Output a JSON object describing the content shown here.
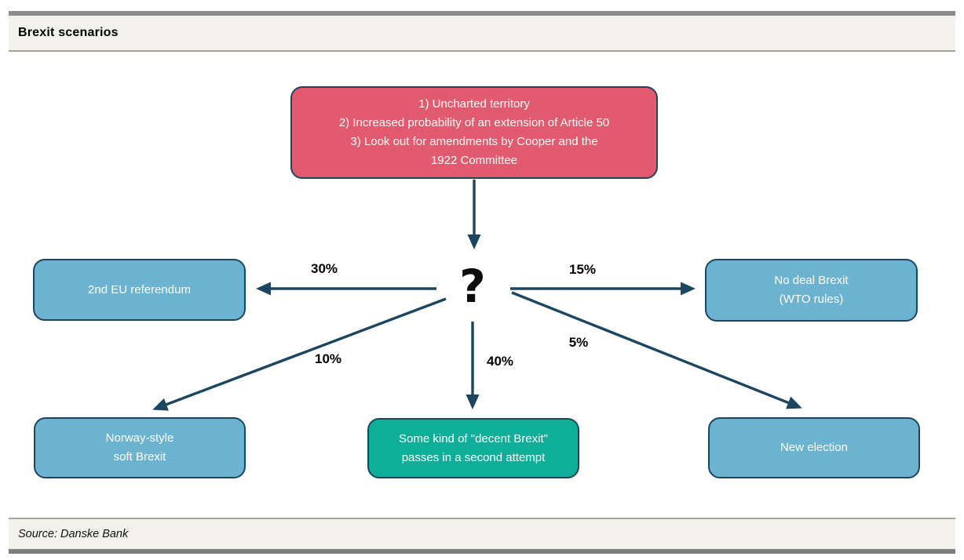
{
  "header": {
    "title": "Brexit scenarios"
  },
  "diagram": {
    "source_box": {
      "text": "1) Uncharted territory\n2) Increased probability of an extension of Article 50\n3) Look out for amendments by Cooper and the\n1922 Committee",
      "color": "#e25a6d"
    },
    "center_symbol": "?",
    "outcomes": [
      {
        "label": "2nd EU referendum",
        "probability": "30%",
        "color": "#6cb3d1"
      },
      {
        "label": "No deal Brexit\n(WTO rules)",
        "probability": "15%",
        "color": "#6cb3d1"
      },
      {
        "label": "Norway-style\nsoft Brexit",
        "probability": "10%",
        "color": "#6cb3d1"
      },
      {
        "label": "Some kind of \"decent Brexit\"\npasses in a second attempt",
        "probability": "40%",
        "color": "#0fae98"
      },
      {
        "label": "New election",
        "probability": "5%",
        "color": "#6cb3d1"
      }
    ],
    "arrow_color": "#1c4660"
  },
  "footer": {
    "source": "Source: Danske Bank"
  }
}
